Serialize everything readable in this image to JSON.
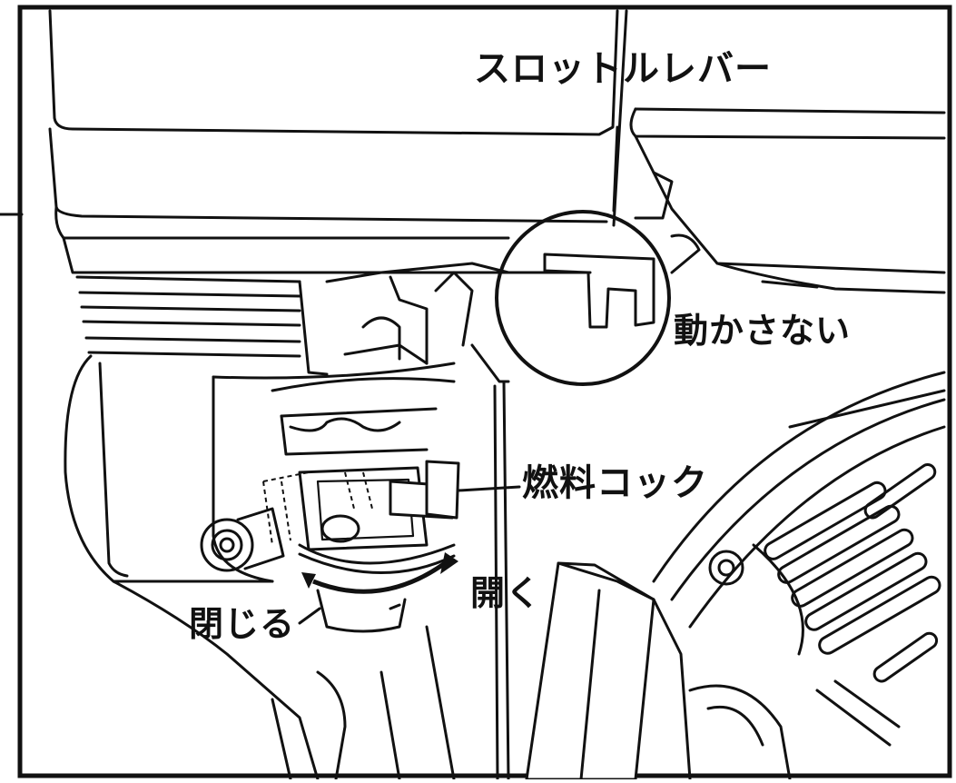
{
  "labels": {
    "throttle_lever": "スロットルレバー",
    "do_not_move": "動かさない",
    "fuel_cock": "燃料コック",
    "open": "開く",
    "close": "閉じる"
  },
  "colors": {
    "line": "#111111",
    "background": "#ffffff"
  }
}
